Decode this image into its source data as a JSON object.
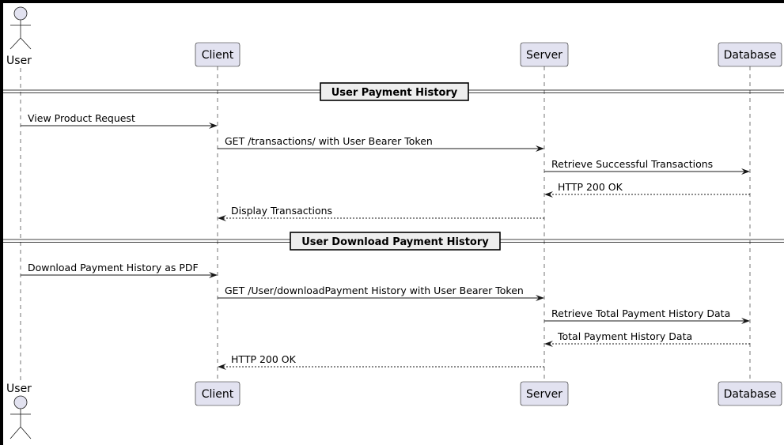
{
  "participants": [
    {
      "id": "user",
      "label": "User",
      "kind": "actor"
    },
    {
      "id": "client",
      "label": "Client",
      "kind": "participant"
    },
    {
      "id": "server",
      "label": "Server",
      "kind": "participant"
    },
    {
      "id": "database",
      "label": "Database",
      "kind": "participant"
    }
  ],
  "sections": [
    {
      "title": "User Payment History",
      "messages": [
        {
          "from": "user",
          "to": "client",
          "label": "View Product Request",
          "style": "solid"
        },
        {
          "from": "client",
          "to": "server",
          "label": "GET /transactions/ with User Bearer Token",
          "style": "solid"
        },
        {
          "from": "server",
          "to": "database",
          "label": "Retrieve Successful Transactions",
          "style": "solid"
        },
        {
          "from": "database",
          "to": "server",
          "label": "HTTP 200 OK",
          "style": "dashed"
        },
        {
          "from": "server",
          "to": "client",
          "label": "Display Transactions",
          "style": "dashed"
        }
      ]
    },
    {
      "title": "User Download Payment History",
      "messages": [
        {
          "from": "user",
          "to": "client",
          "label": "Download Payment History as PDF",
          "style": "solid"
        },
        {
          "from": "client",
          "to": "server",
          "label": "GET /User/downloadPayment History with User Bearer Token",
          "style": "solid"
        },
        {
          "from": "server",
          "to": "database",
          "label": "Retrieve Total Payment History Data",
          "style": "solid"
        },
        {
          "from": "database",
          "to": "server",
          "label": "Total Payment History Data",
          "style": "dashed"
        },
        {
          "from": "server",
          "to": "client",
          "label": "HTTP 200 OK",
          "style": "dashed"
        }
      ]
    }
  ],
  "colors": {
    "participant_fill": "#e2e2f0",
    "divider_fill": "#eeeeee",
    "line": "#181818"
  }
}
